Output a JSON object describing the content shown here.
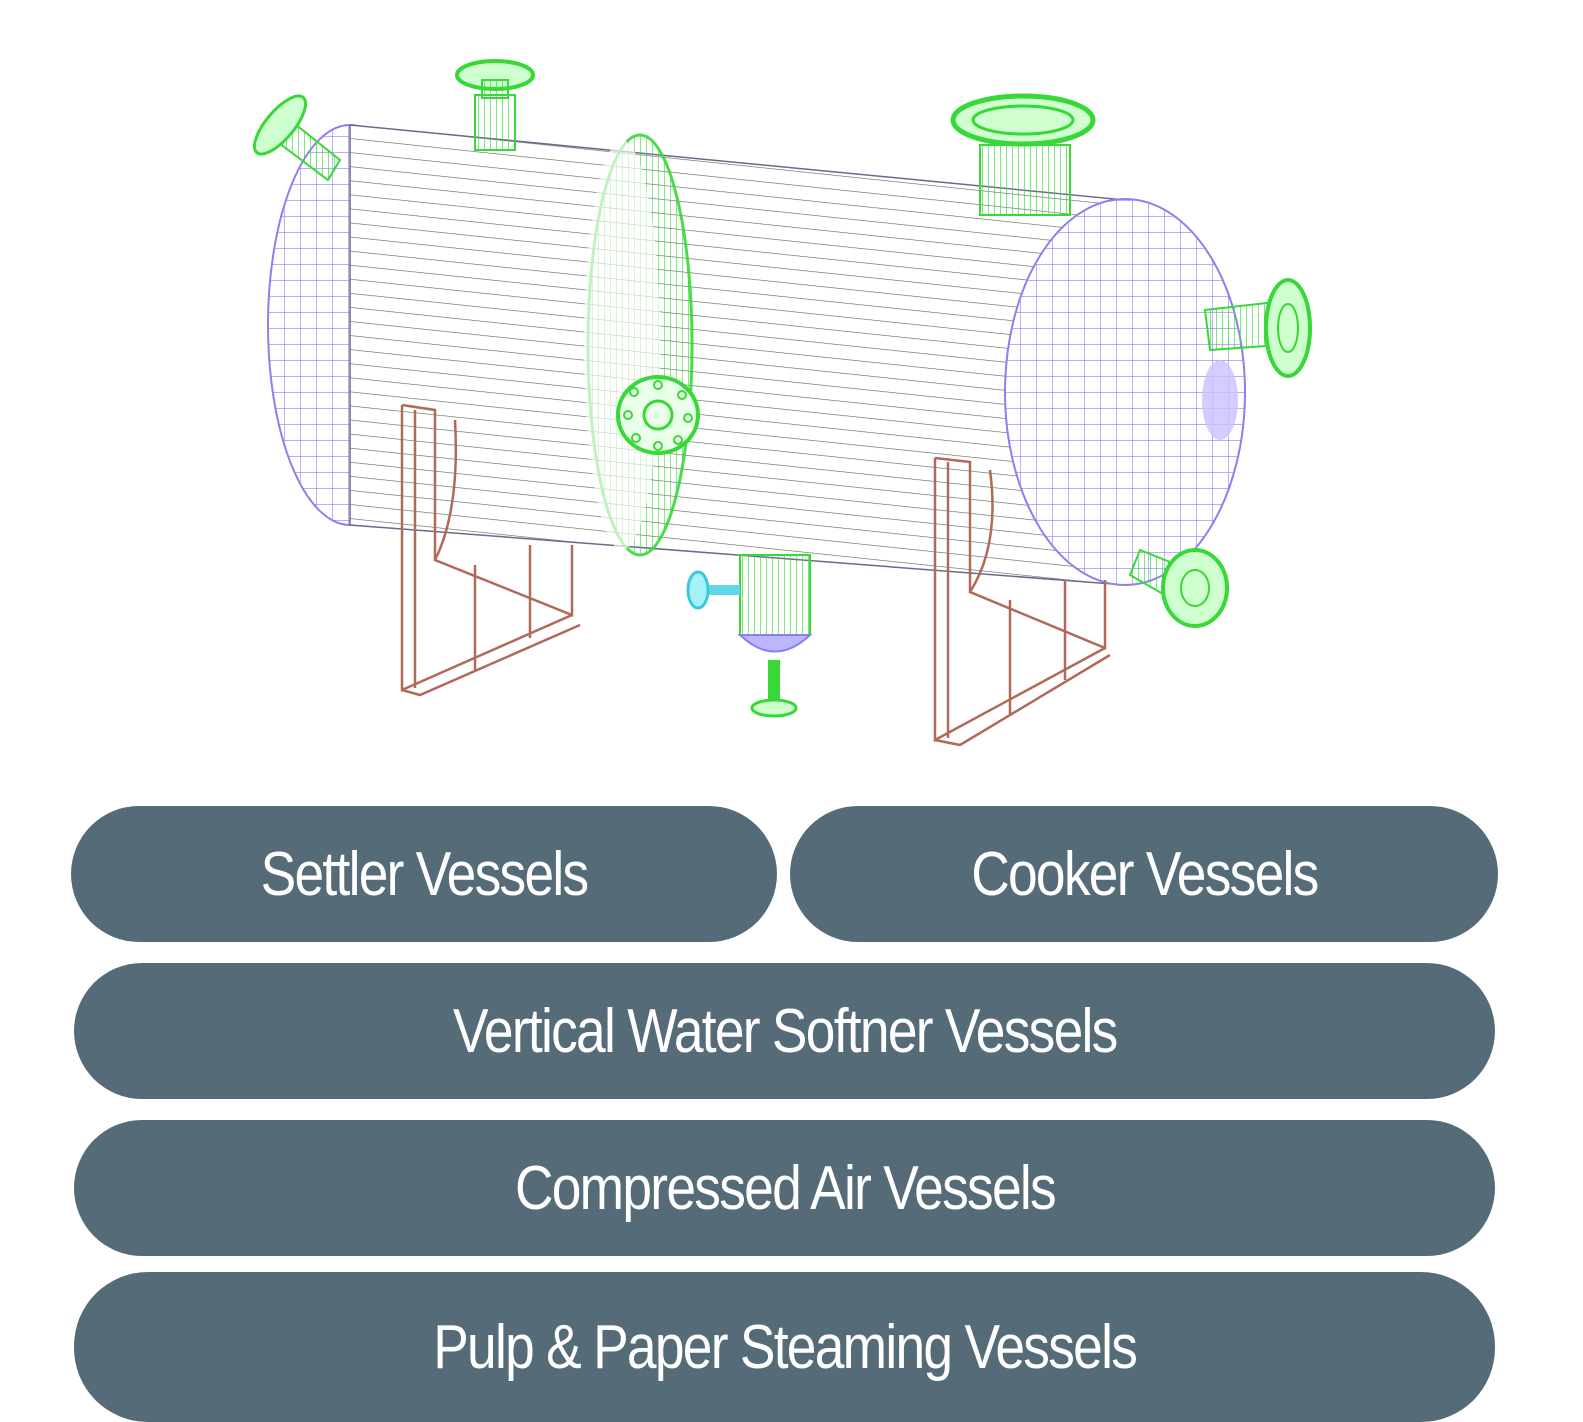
{
  "illustration": {
    "icon": "pressure-vessel-wireframe-icon",
    "colors": {
      "shell": "#8fef8f",
      "heads": "#9a8ff5",
      "saddles": "#b06a5a",
      "drain": "#5fd8e8"
    }
  },
  "buttons": [
    {
      "label": "Settler Vessels"
    },
    {
      "label": "Cooker Vessels"
    },
    {
      "label": "Vertical Water Softner Vessels"
    },
    {
      "label": "Compressed Air Vessels"
    },
    {
      "label": "Pulp & Paper Steaming Vessels"
    }
  ],
  "colors": {
    "button_bg": "#556c78",
    "button_text": "#ffffff",
    "page_bg": "#ffffff"
  }
}
